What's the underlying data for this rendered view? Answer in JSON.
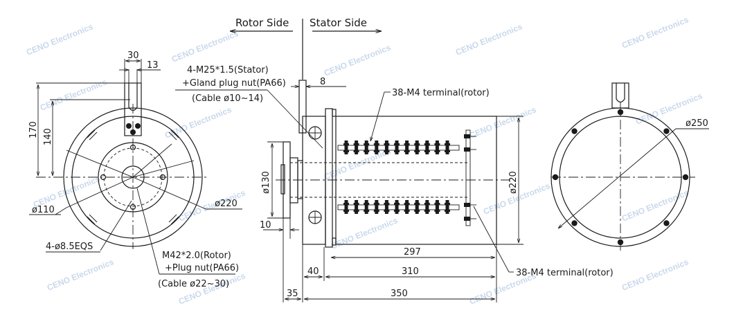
{
  "drawing": {
    "direction_labels": {
      "rotor_side": "Rotor Side",
      "stator_side": "Stator Side"
    },
    "front_view": {
      "dims": {
        "slot_width": "30",
        "slot_offset": "13",
        "height_170": "170",
        "height_140": "140"
      },
      "diameter_inner": "ø110",
      "diameter_outer": "ø220",
      "holes": "4-ø8.5EQS",
      "rotor_connector": {
        "line1": "M42*2.0(Rotor)",
        "line2": "+Plug nut(PA66)",
        "line3": "(Cable ø22~30)"
      }
    },
    "side_view": {
      "stator_connector": {
        "line1": "4-M25*1.5(Stator)",
        "line2": "+Gland plug nut(PA66)",
        "line3": "(Cable ø10~14)"
      },
      "dim_flange_thickness": "8",
      "terminal_top": "38-M4 terminal(rotor)",
      "terminal_bottom": "38-M4 terminal(rotor)",
      "dim_shaft_dia": "ø130",
      "dim_body_dia": "ø220",
      "dim_shaft_flange": "10",
      "dim_297": "297",
      "dim_40": "40",
      "dim_310": "310",
      "dim_35": "35",
      "dim_350": "350",
      "terminal_count_per_row": 11
    },
    "rear_view": {
      "diameter": "ø250",
      "bolt_count": 8
    },
    "watermark": "CENO Electronics"
  }
}
